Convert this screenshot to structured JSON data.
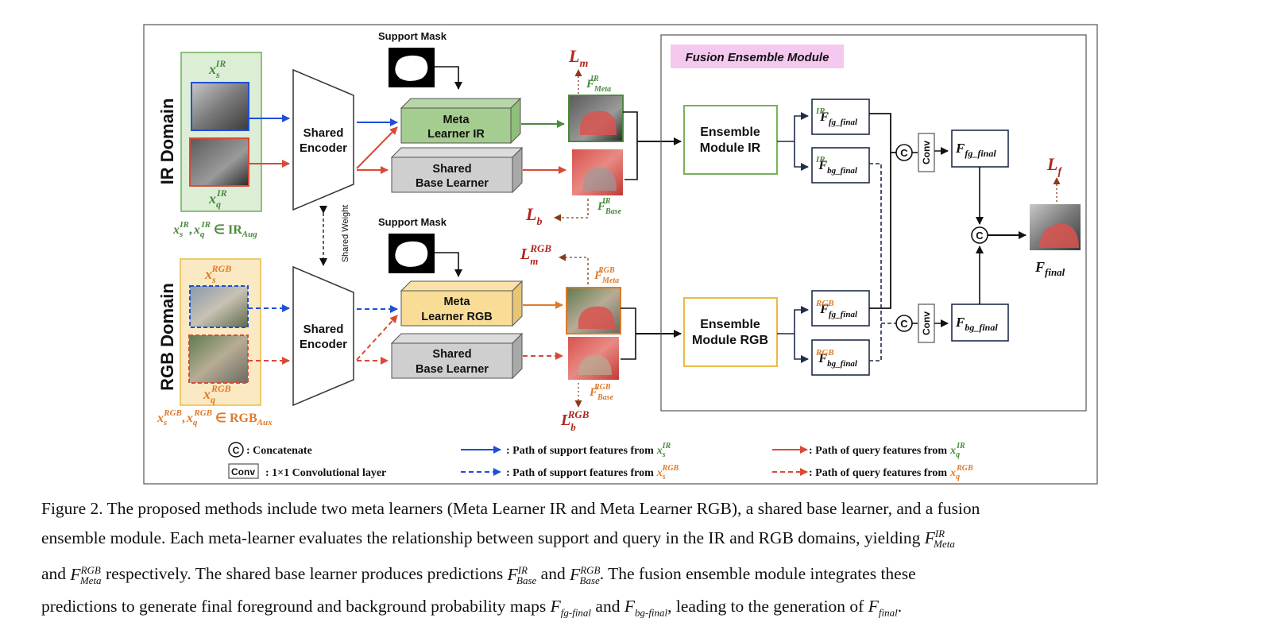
{
  "diagram": {
    "ir_domain_label": "IR Domain",
    "rgb_domain_label": "RGB Domain",
    "support_mask_label": "Support Mask",
    "shared_encoder_line1": "Shared",
    "shared_encoder_line2": "Encoder",
    "shared_weight_label": "Shared Weight",
    "meta_learner_ir_line1": "Meta",
    "meta_learner_ir_line2": "Learner IR",
    "meta_learner_rgb_line1": "Meta",
    "meta_learner_rgb_line2": "Learner RGB",
    "shared_base_learner_line1": "Shared",
    "shared_base_learner_line2": "Base Learner",
    "fusion_module_title": "Fusion Ensemble Module",
    "ensemble_ir_line1": "Ensemble",
    "ensemble_ir_line2": "Module IR",
    "ensemble_rgb_line1": "Ensemble",
    "ensemble_rgb_line2": "Module RGB",
    "concat_symbol": "C",
    "conv_label": "Conv",
    "ir_aug_base": "IR",
    "ir_aug_sub": "Aug",
    "rgb_aux_base": "RGB",
    "rgb_aux_sub": "Aux",
    "element_of": "∈",
    "comma": ",",
    "math_x": "x",
    "math_F": "F",
    "math_L": "L",
    "sup_IR": "IR",
    "sup_RGB": "RGB",
    "sub_s": "s",
    "sub_q": "q",
    "sub_m": "m",
    "sub_b": "b",
    "sub_f": "f",
    "sub_meta": "Meta",
    "sub_base": "Base",
    "sub_fg_final": "fg_final",
    "sub_bg_final": "bg_final",
    "sub_final": "final"
  },
  "legend": {
    "concat_text": ": Concatenate",
    "conv_box": "Conv",
    "conv_text": ": 1×1 Convolutional layer",
    "support_ir_text": ": Path of support features from",
    "support_rgb_text": ": Path of support features from",
    "query_ir_text": ": Path of query features from",
    "query_rgb_text": ": Path of query features from"
  },
  "colors": {
    "ir_green": "#4a8a3c",
    "ir_green_fill": "#dcefd6",
    "rgb_orange": "#e07a2a",
    "rgb_fill": "#fbe9c4",
    "support_blue": "#1f4fd6",
    "query_red": "#d94a36",
    "loss_red": "#b2261c",
    "fusion_pink": "#f5c8f0",
    "dark_navy": "#1f2d4a",
    "ensemble_ir_border": "#78b15a",
    "ensemble_rgb_border": "#e9bb45"
  },
  "caption": {
    "l1_a": "Figure 2. The proposed methods include two meta learners (Meta Learner IR and Meta Learner RGB), a shared base learner, and a fusion",
    "l2_a": "ensemble module. Each meta-learner evaluates the relationship between support and query in the IR and RGB domains, yielding",
    "l3_a": "and",
    "l3_b": "respectively. The shared base learner produces predictions",
    "l3_c": "and",
    "l3_d": ". The fusion ensemble module integrates these",
    "l4_a": "predictions to generate final foreground and background probability maps",
    "l4_b": "and",
    "l4_c": ", leading to the generation of",
    "l4_d": ".",
    "F": "F",
    "sup_IR": "IR",
    "sup_RGB": "RGB",
    "sub_Meta": "Meta",
    "sub_Base": "Base",
    "sub_fg": "fg-final",
    "sub_bg": "bg-final",
    "sub_final": "final"
  }
}
